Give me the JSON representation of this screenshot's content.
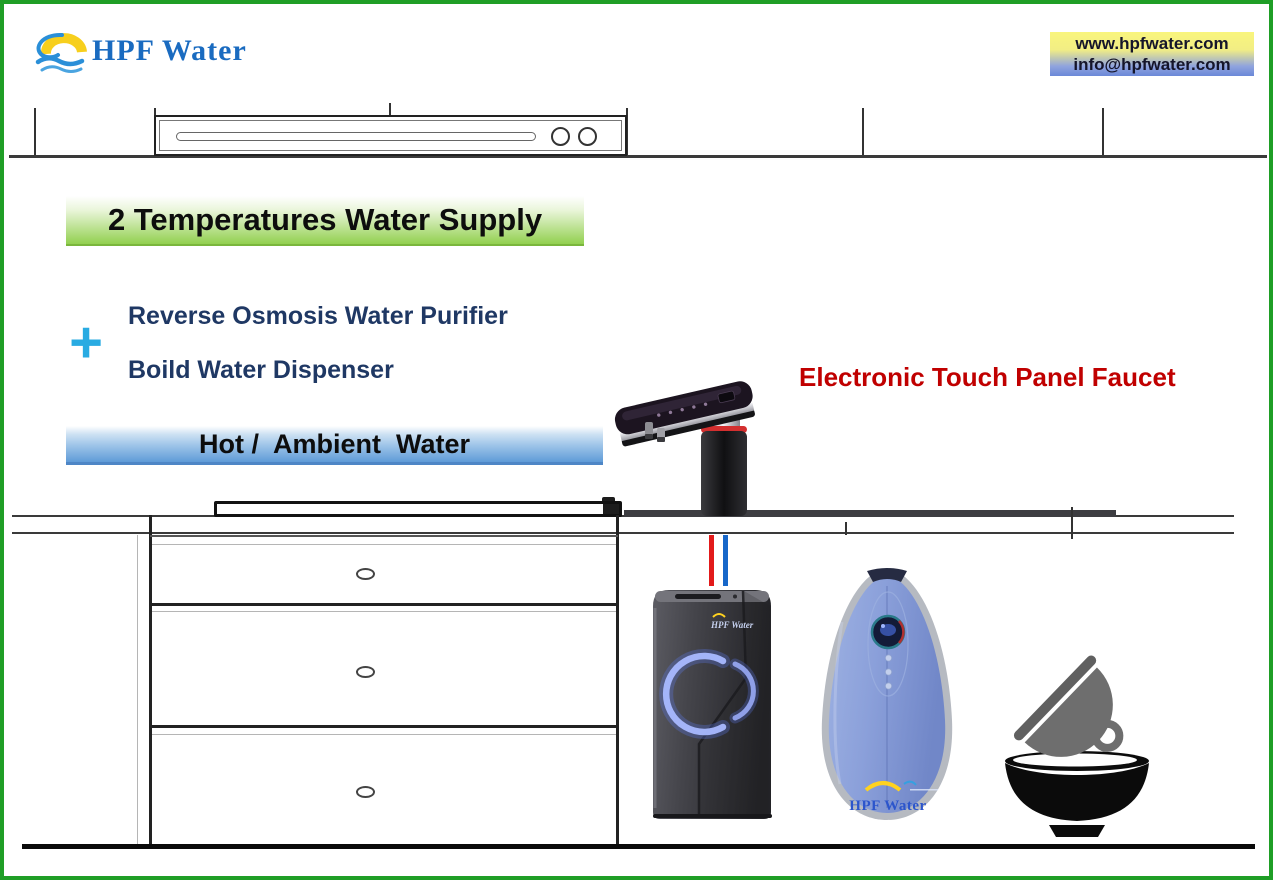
{
  "header": {
    "logo_text": "HPF Water",
    "website": "www.hpfwater.com",
    "email": "info@hpfwater.com"
  },
  "content": {
    "green_banner": "2 Temperatures Water Supply",
    "plus_sign": "+",
    "feature_line1": "Reverse Osmosis Water Purifier",
    "feature_line2": "Boild Water Dispenser",
    "blue_banner": "Hot /  Ambient  Water",
    "faucet_label": "Electronic Touch Panel Faucet"
  },
  "devices": {
    "purifier_brand": "HPF Water",
    "dispenser_brand": "HPF Water"
  },
  "colors": {
    "border_green": "#1f9e26",
    "logo_blue": "#1a6bc0",
    "navy_text": "#1f3864",
    "plus_blue": "#29abe2",
    "red_label": "#c00000",
    "green_banner_fill": "#92d050",
    "blue_banner_fill": "#5f9bd8",
    "contact_gradient_top": "#f9f57d",
    "contact_gradient_bottom": "#6b88d8",
    "pipe_hot": "#e21a1a",
    "pipe_cold": "#1767c9",
    "purifier_glow": "#a9b9ff"
  }
}
